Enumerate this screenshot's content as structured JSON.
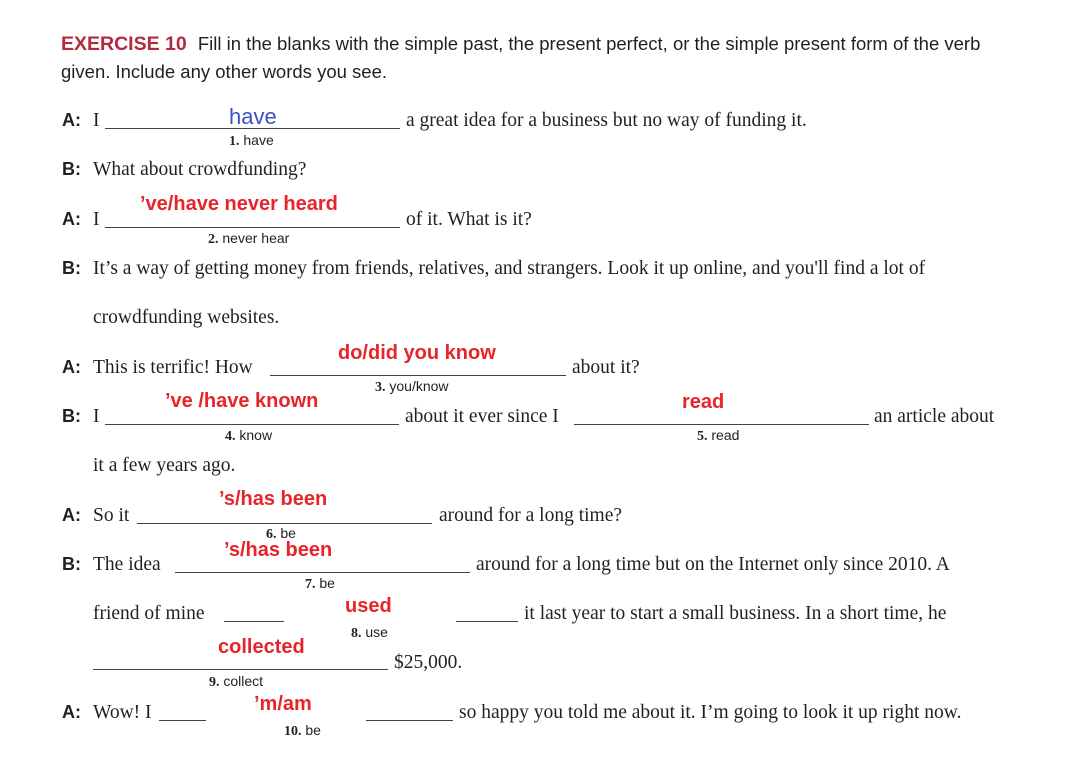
{
  "header": {
    "exercise_label": "EXERCISE 10",
    "instructions": "Fill in the blanks with the simple past, the present perfect, or the simple present form of the verb given. Include any other words you see."
  },
  "lines": {
    "l1": {
      "speaker": "A:",
      "pre": "I",
      "post": "a great idea for a business but no way of funding it."
    },
    "l2": {
      "speaker": "B:",
      "text": "What about crowdfunding?"
    },
    "l3": {
      "speaker": "A:",
      "pre": "I",
      "post": "of it. What is it?"
    },
    "l4": {
      "speaker": "B:",
      "text": "It’s a way of getting money from friends, relatives, and strangers. Look it up online, and you'll find a lot of",
      "cont": "crowdfunding websites."
    },
    "l5": {
      "speaker": "A:",
      "pre": "This is terrific! How",
      "post": "about it?"
    },
    "l6": {
      "speaker": "B:",
      "pre": "I",
      "mid": "about it ever since I",
      "post": "an article about",
      "cont": "it a few years ago."
    },
    "l7": {
      "speaker": "A:",
      "pre": "So it",
      "post": "around for a long time?"
    },
    "l8": {
      "speaker": "B:",
      "pre": "The idea",
      "post": "around for a long time but on the Internet only since 2010. A"
    },
    "l9": {
      "pre": "friend of mine",
      "post": "it last year to start a small business. In a short time, he"
    },
    "l10": {
      "post": "$25,000."
    },
    "l11": {
      "speaker": "A:",
      "pre": "Wow! I",
      "post": "so happy you told me about it. I’m going to look it up right now."
    }
  },
  "blanks": [
    {
      "num": "1.",
      "cue": "have",
      "answer": "have"
    },
    {
      "num": "2.",
      "cue": "never hear",
      "answer": "’ve/have never heard"
    },
    {
      "num": "3.",
      "cue": "you/know",
      "answer": "do/did you know"
    },
    {
      "num": "4.",
      "cue": "know",
      "answer": "’ve /have known"
    },
    {
      "num": "5.",
      "cue": "read",
      "answer": "read"
    },
    {
      "num": "6.",
      "cue": "be",
      "answer": "’s/has been"
    },
    {
      "num": "7.",
      "cue": "be",
      "answer": "’s/has been"
    },
    {
      "num": "8.",
      "cue": "use",
      "answer": "used"
    },
    {
      "num": "9.",
      "cue": "collect",
      "answer": "collected"
    },
    {
      "num": "10.",
      "cue": "be",
      "answer": "’m/am"
    }
  ],
  "colors": {
    "exercise_label": "#b22a3c",
    "answer_red": "#e8242a",
    "answer_blue": "#3b52c4"
  }
}
